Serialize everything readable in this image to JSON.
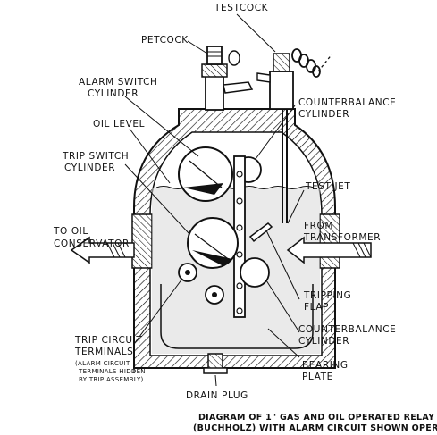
{
  "labels": {
    "testcock": "TESTCOCK",
    "petcock": "PETCOCK",
    "alarm_switch_1": "ALARM SWITCH",
    "alarm_switch_2": "CYLINDER",
    "counterbalance_top_1": "COUNTERBALANCE",
    "counterbalance_top_2": "CYLINDER",
    "oil_level": "OIL LEVEL",
    "trip_switch_1": "TRIP SWITCH",
    "trip_switch_2": "CYLINDER",
    "test_jet": "TEST JET",
    "to_oil_1": "TO OIL",
    "to_oil_2": "CONSERVATOR",
    "from_1": "FROM",
    "from_2": "TRANSFORMER",
    "tripping_1": "TRIPPING",
    "tripping_2": "FLAP",
    "counterbalance_bot_1": "COUNTERBALANCE",
    "counterbalance_bot_2": "CYLINDER",
    "trip_circuit_1": "TRIP CIRCUIT",
    "trip_circuit_2": "TERMINALS",
    "alarm_note_1": "(ALARM CIRCUIT",
    "alarm_note_2": "TERMINALS HIDDEN",
    "alarm_note_3": "BY TRIP ASSEMBLY)",
    "bearing_1": "BEARING",
    "bearing_2": "PLATE",
    "drain_plug": "DRAIN PLUG"
  },
  "caption": {
    "line1": "DIAGRAM OF 1\" GAS AND OIL OPERATED RELAY",
    "line2": "(BUCHHOLZ) WITH ALARM CIRCUIT SHOWN OPERATED"
  },
  "colors": {
    "ink": "#111111",
    "oil": "#d9d9d9",
    "paper": "#ffffff"
  }
}
